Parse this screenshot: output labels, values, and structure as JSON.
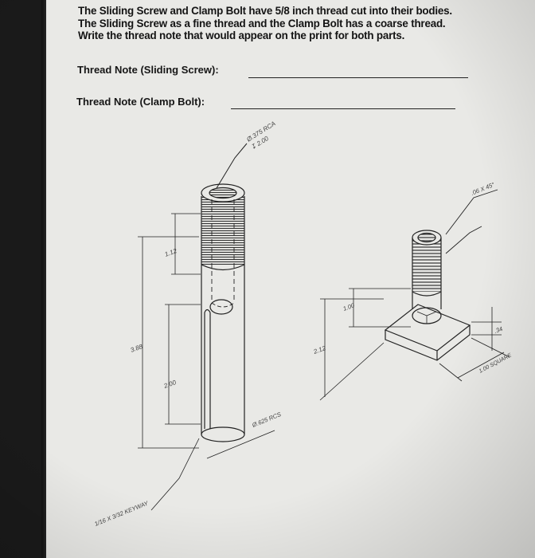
{
  "instructions": {
    "line1": "The Sliding Screw and Clamp Bolt have 5/8 inch thread cut into their bodies.",
    "line2": "The Sliding Screw as a fine thread and the Clamp Bolt has a coarse thread.",
    "line3": "Write the thread note that would appear on the print for both parts."
  },
  "fields": {
    "sliding_screw_label": "Thread Note (Sliding Screw):",
    "clamp_bolt_label": "Thread Note (Clamp Bolt):"
  },
  "sliding_screw": {
    "hole_note_1": "Ø.375 RCA",
    "hole_note_2": "↧ 2.00",
    "dim_thread_length": "1.12",
    "dim_overall_length": "3.88",
    "dim_keyway_length": "2.00",
    "dim_diameter": "Ø.625 RCS",
    "keyway_note": "1/16 X 3/32 KEYWAY"
  },
  "clamp_bolt": {
    "chamfer_note": ".06 X 45°",
    "dim_thread_length": "1.00",
    "dim_overall_height": "2.12",
    "dim_head_height": ".34",
    "dim_head_square": "1.00 SQUARE"
  }
}
